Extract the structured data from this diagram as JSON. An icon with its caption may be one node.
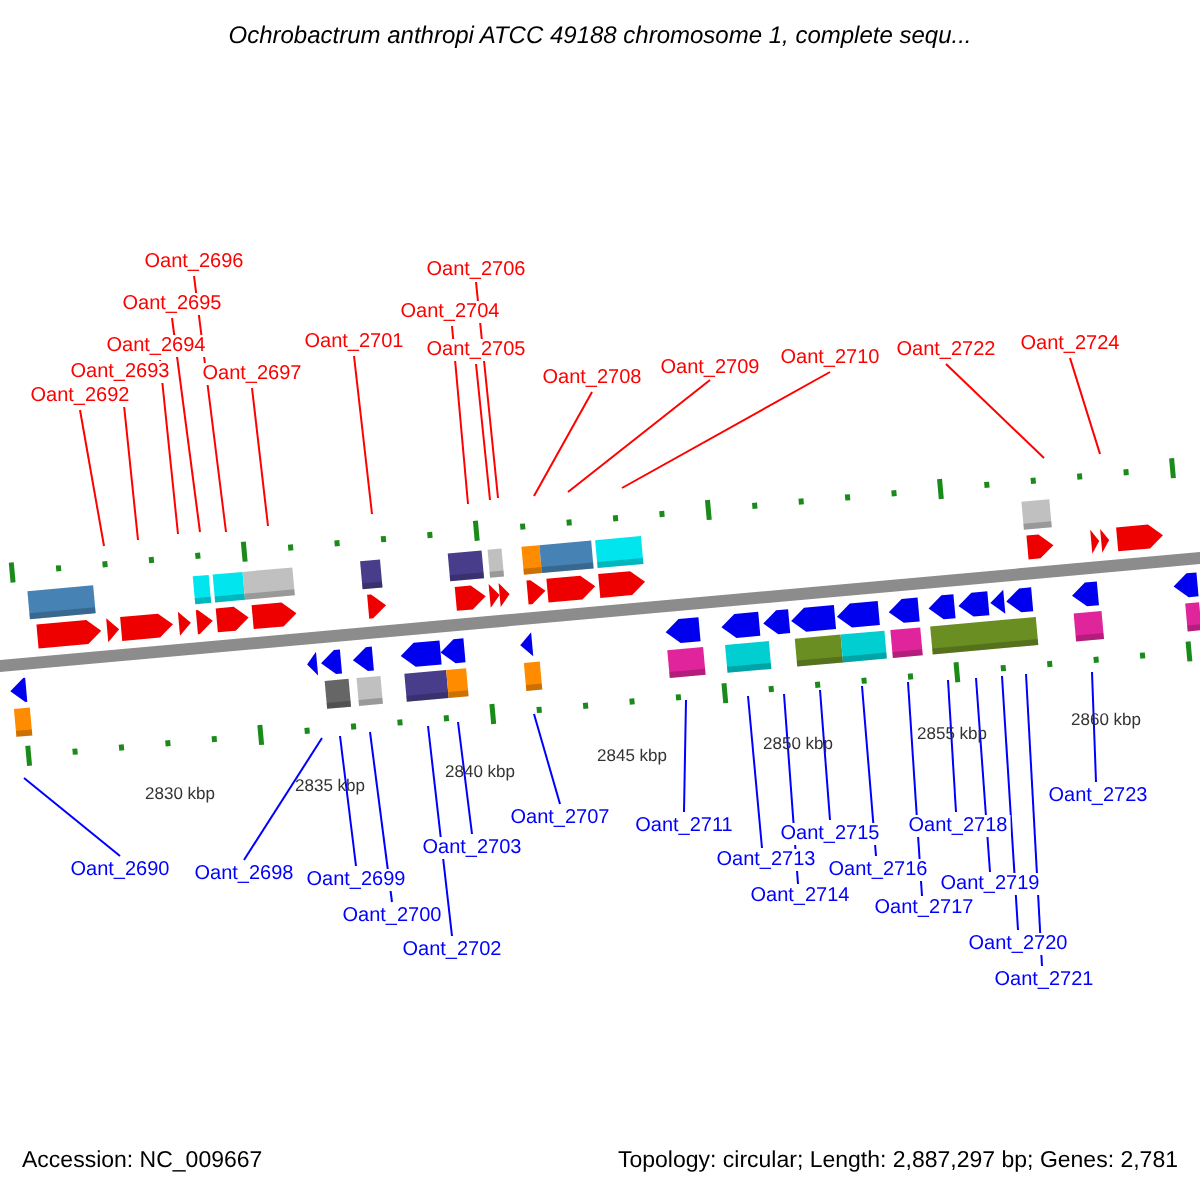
{
  "diagram": {
    "title": "Ochrobactrum anthropi ATCC 49188 chromosome 1, complete sequ...",
    "nodes": [
      {
        "text": [
          "Oant_2696"
        ]
      },
      {
        "text": [
          "Oant_2695"
        ]
      },
      {
        "text": [
          "Oant_2694"
        ]
      },
      {
        "text": [
          "Oant_2693"
        ]
      },
      {
        "text": [
          "Oant_2692"
        ]
      },
      {
        "text": [
          "Oant_2697"
        ]
      },
      {
        "text": [
          "Oant_2701"
        ]
      },
      {
        "text": [
          "Oant_2706"
        ]
      },
      {
        "text": [
          "Oant_2704"
        ]
      },
      {
        "text": [
          "Oant_2705"
        ]
      },
      {
        "text": [
          "Oant_2708"
        ]
      },
      {
        "text": [
          "Oant_2709"
        ]
      },
      {
        "text": [
          "Oant_2710"
        ]
      },
      {
        "text": [
          "Oant_2722"
        ]
      },
      {
        "text": [
          "Oant_2724"
        ]
      },
      {
        "text": [
          "Oant_2723"
        ]
      },
      {
        "text": [
          "Oant_2707"
        ]
      },
      {
        "text": [
          "Oant_2711"
        ]
      },
      {
        "text": [
          "Oant_2715"
        ]
      },
      {
        "text": [
          "Oant_2718"
        ]
      },
      {
        "text": [
          "Oant_2703"
        ]
      },
      {
        "text": [
          "Oant_2690"
        ]
      },
      {
        "text": [
          "Oant_2698"
        ]
      },
      {
        "text": [
          "Oant_2713"
        ]
      },
      {
        "text": [
          "Oant_2699"
        ]
      },
      {
        "text": [
          "Oant_2716"
        ]
      },
      {
        "text": [
          "Oant_2719"
        ]
      },
      {
        "text": [
          "Oant_2714"
        ]
      },
      {
        "text": [
          "Oant_2717"
        ]
      },
      {
        "text": [
          "Oant_2700"
        ]
      },
      {
        "text": [
          "Oant_2720"
        ]
      },
      {
        "text": [
          "Oant_2702"
        ]
      },
      {
        "text": [
          "Oant_2721"
        ]
      }
    ],
    "edges": [
      {
        "from": 0,
        "to": null,
        "arrow": "none",
        "color": "#ff0000"
      },
      {
        "from": 1,
        "to": null,
        "arrow": "none",
        "color": "#ff0000"
      },
      {
        "from": 2,
        "to": null,
        "arrow": "none",
        "color": "#ff0000"
      },
      {
        "from": 3,
        "to": null,
        "arrow": "none",
        "color": "#ff0000"
      },
      {
        "from": 4,
        "to": null,
        "arrow": "none",
        "color": "#ff0000"
      },
      {
        "from": 5,
        "to": null,
        "arrow": "none",
        "color": "#ff0000"
      },
      {
        "from": 6,
        "to": null,
        "arrow": "none",
        "color": "#ff0000"
      },
      {
        "from": 7,
        "to": null,
        "arrow": "none",
        "color": "#ff0000"
      },
      {
        "from": 8,
        "to": null,
        "arrow": "none",
        "color": "#ff0000"
      },
      {
        "from": 9,
        "to": null,
        "arrow": "none",
        "color": "#ff0000"
      },
      {
        "from": 10,
        "to": null,
        "arrow": "none",
        "color": "#ff0000"
      },
      {
        "from": 11,
        "to": null,
        "arrow": "none",
        "color": "#ff0000"
      },
      {
        "from": 12,
        "to": null,
        "arrow": "none",
        "color": "#ff0000"
      },
      {
        "from": 13,
        "to": null,
        "arrow": "none",
        "color": "#ff0000"
      },
      {
        "from": 14,
        "to": null,
        "arrow": "none",
        "color": "#ff0000"
      },
      {
        "from": 15,
        "to": null,
        "arrow": "none"
      },
      {
        "from": 16,
        "to": null,
        "arrow": "none"
      },
      {
        "from": 17,
        "to": null,
        "arrow": "none"
      },
      {
        "from": 18,
        "to": null,
        "arrow": "none"
      },
      {
        "from": 19,
        "to": null,
        "arrow": "none"
      },
      {
        "from": 20,
        "to": null,
        "arrow": "none"
      },
      {
        "from": 21,
        "to": null,
        "arrow": "none"
      },
      {
        "from": 22,
        "to": null,
        "arrow": "none"
      },
      {
        "from": 23,
        "to": null,
        "arrow": "none"
      },
      {
        "from": 24,
        "to": null,
        "arrow": "none"
      },
      {
        "from": 25,
        "to": null,
        "arrow": "none"
      },
      {
        "from": 26,
        "to": null,
        "arrow": "none"
      },
      {
        "from": 27,
        "to": null,
        "arrow": "none"
      },
      {
        "from": 28,
        "to": null,
        "arrow": "none"
      },
      {
        "from": 29,
        "to": null,
        "arrow": "none"
      },
      {
        "from": 30,
        "to": null,
        "arrow": "none"
      },
      {
        "from": 31,
        "to": null,
        "arrow": "none"
      },
      {
        "from": 32,
        "to": null,
        "arrow": "none"
      }
    ],
    "labels": [
      "2830 kbp",
      "2835 kbp",
      "2840 kbp",
      "2845 kbp",
      "2850 kbp",
      "2855 kbp",
      "2860 kbp",
      "Accession: NC_009667",
      "Topology: circular; Length: 2,887,297 bp; Genes: 2,781"
    ]
  }
}
